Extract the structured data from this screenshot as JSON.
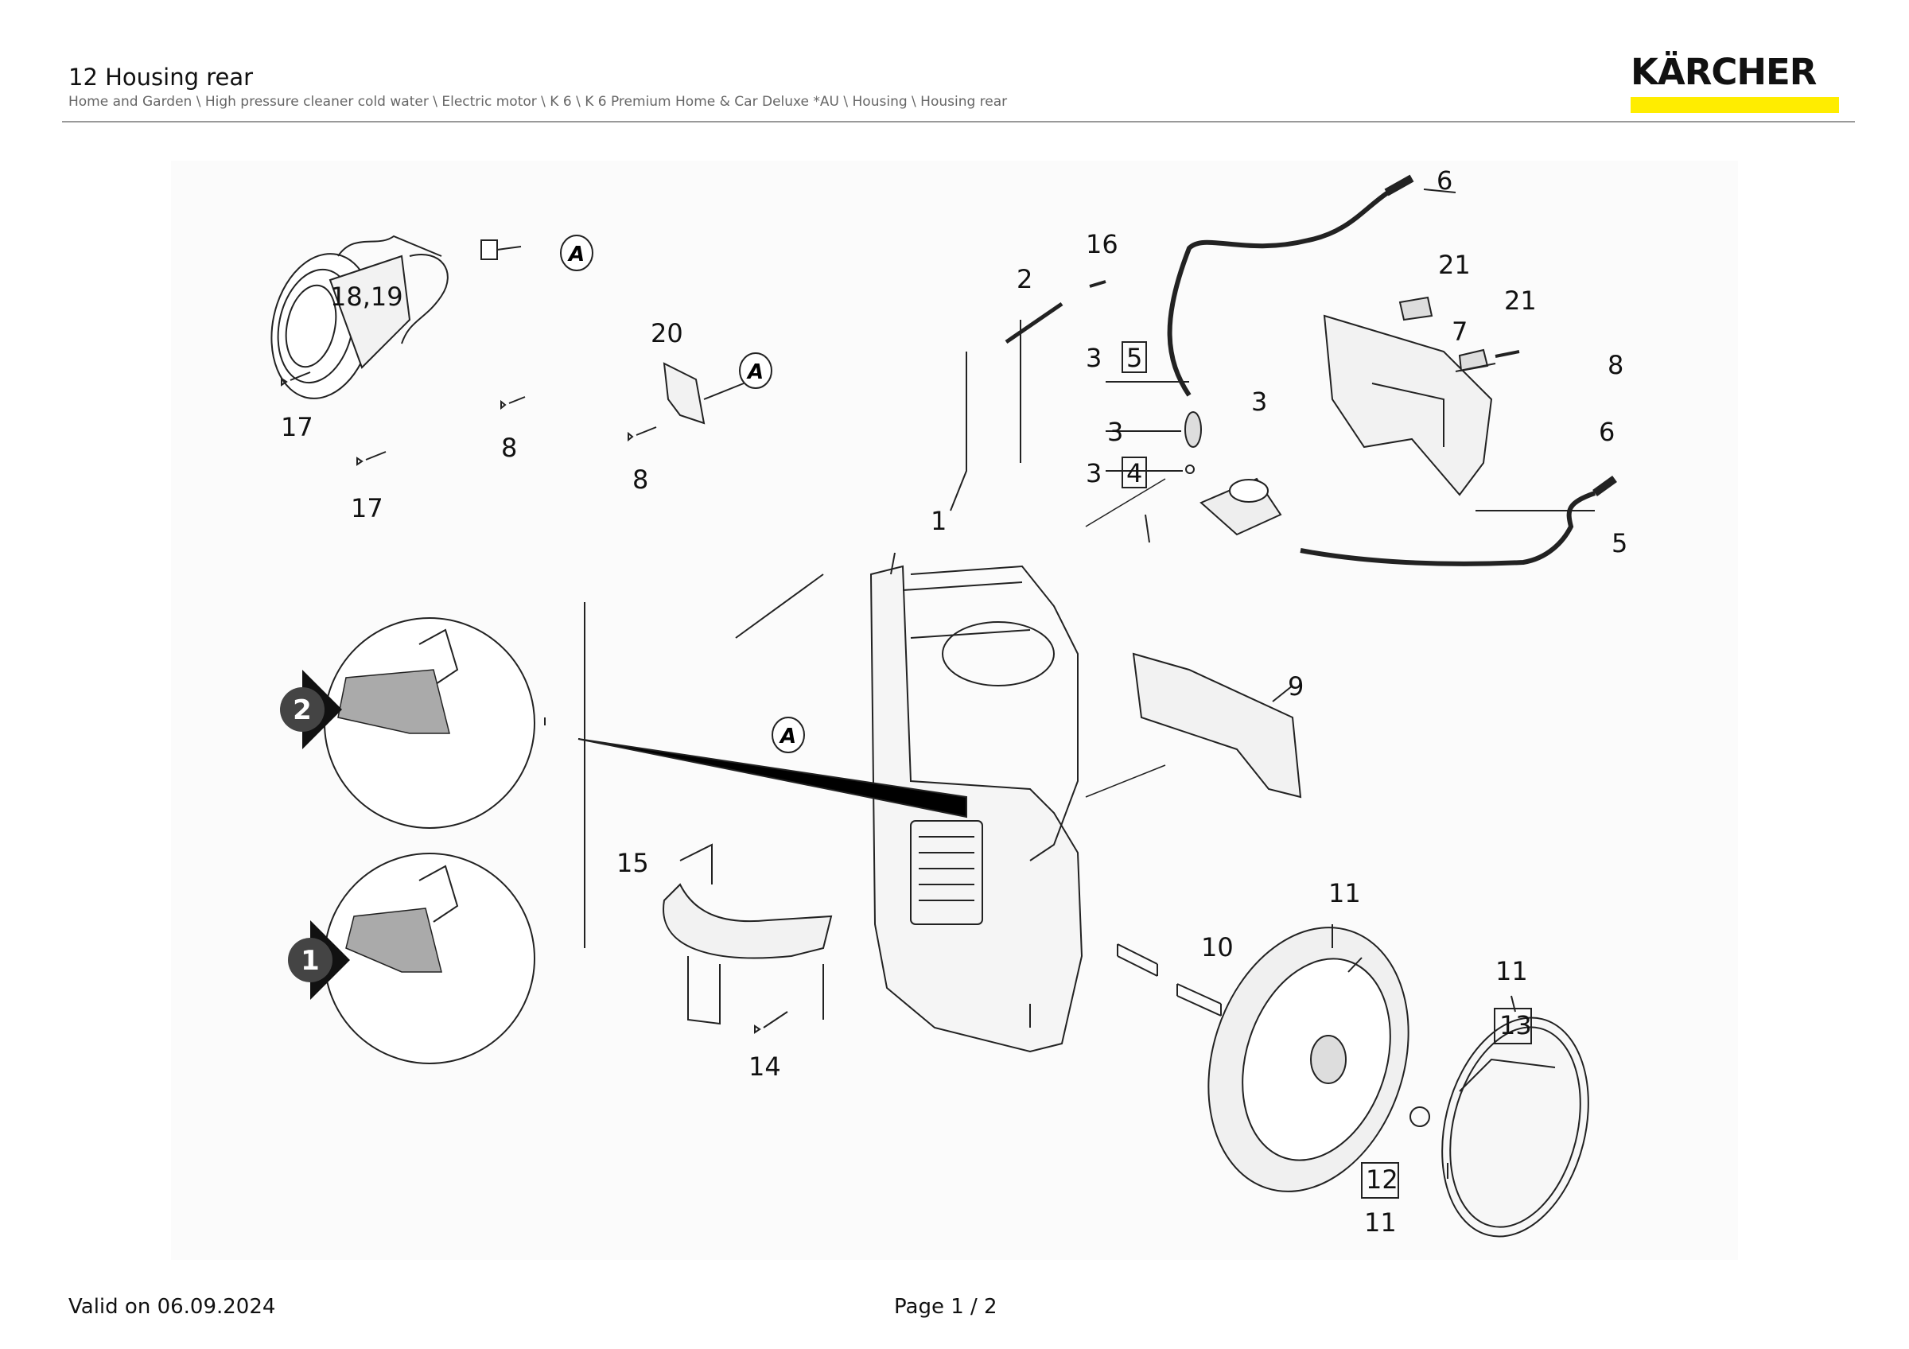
{
  "header": {
    "title": "12 Housing rear",
    "breadcrumb": "Home and Garden \\ High pressure cleaner cold water \\ Electric motor \\ K 6 \\ K 6 Premium Home & Car Deluxe *AU \\ Housing \\ Housing rear",
    "brand": "KÄRCHER",
    "brand_color": "#ffed00"
  },
  "diagram": {
    "callouts": {
      "c1": "1",
      "c2": "2",
      "c3a": "3",
      "c3b": "3",
      "c3c": "3",
      "c3d": "3",
      "c4": "4",
      "c5a": "5",
      "c5b": "5",
      "c6a": "6",
      "c6b": "6",
      "c7": "7",
      "c8a": "8",
      "c8b": "8",
      "c8c": "8",
      "c9": "9",
      "c10": "10",
      "c11a": "11",
      "c11b": "11",
      "c11c": "11",
      "c12": "12",
      "c13": "13",
      "c14": "14",
      "c15": "15",
      "c16": "16",
      "c17a": "17",
      "c17b": "17",
      "c1819": "18,19",
      "c20": "20",
      "c21a": "21",
      "c21b": "21"
    },
    "markers": {
      "a1": "A",
      "a2": "A",
      "a3": "A",
      "step1": "1",
      "step2": "2"
    }
  },
  "footer": {
    "valid": "Valid on 06.09.2024",
    "page": "Page 1 / 2"
  }
}
